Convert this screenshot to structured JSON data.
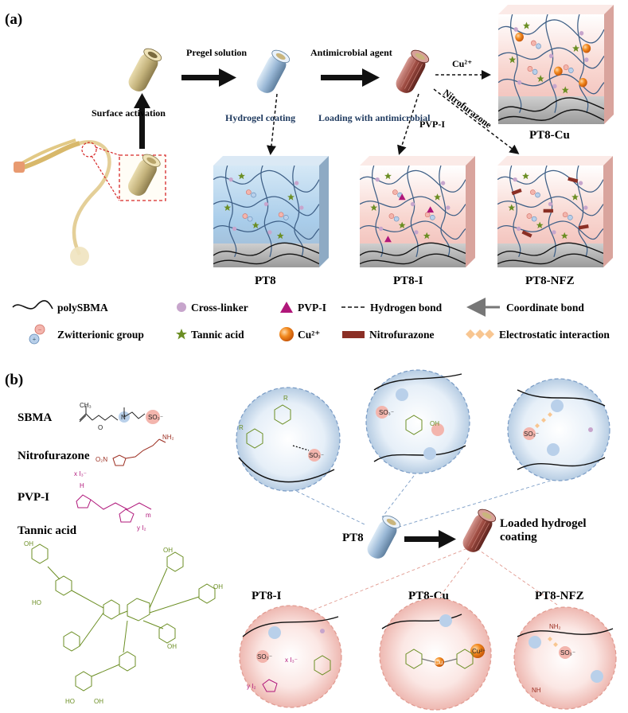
{
  "panel_a": {
    "label": "(a)",
    "arrows": {
      "surface_activation": "Surface activation",
      "pregel": "Pregel solution",
      "antimicrobial": "Antimicrobial agent",
      "hydrogel_coating": "Hydrogel coating",
      "loading": "Loading with antimicrobial",
      "cu": "Cu²⁺",
      "pvpi": "PVP-I",
      "nitrofurazone": "Nitrofurazone"
    },
    "blocks": [
      "PT8",
      "PT8-I",
      "PT8-NFZ",
      "PT8-Cu"
    ],
    "legend": [
      {
        "text": "polySBMA",
        "icon": "wavy-line-icon"
      },
      {
        "text": "Cross-linker",
        "icon": "purple-dot-icon"
      },
      {
        "text": "PVP-I",
        "icon": "magenta-triangle-icon"
      },
      {
        "text": "Hydrogen bond",
        "icon": "dashed-line-icon"
      },
      {
        "text": "Coordinate bond",
        "icon": "grey-arrow-icon"
      },
      {
        "text": "Zwitterionic group",
        "icon": "zwitterion-icon"
      },
      {
        "text": "Tannic acid",
        "icon": "green-star-icon"
      },
      {
        "text": "Cu²⁺",
        "icon": "orange-sphere-icon"
      },
      {
        "text": "Nitrofurazone",
        "icon": "brown-bar-icon"
      },
      {
        "text": "Electrostatic interaction",
        "icon": "diamond-chain-icon"
      }
    ]
  },
  "panel_b": {
    "label": "(b)",
    "molecules": [
      "SBMA",
      "Nitrofurazone",
      "PVP-I",
      "Tannic acid"
    ],
    "center": "PT8",
    "loaded": "Loaded hydrogel coating",
    "bottom": [
      "PT8-I",
      "PT8-Cu",
      "PT8-NFZ"
    ],
    "chem": {
      "oh": "OH",
      "ho": "HO",
      "r": "R",
      "so3": "SO₃⁻",
      "o": "O",
      "h": "H",
      "nh2": "NH₂",
      "o2n": "O₂N",
      "n": "N",
      "nh": "NH",
      "ch3": "CH₃",
      "xi3": "x I₃⁻",
      "yi2": "y I₂",
      "m": "m",
      "cu": "Cu²⁺",
      "cu_core": "Cu"
    }
  },
  "colors": {
    "hydrogel_blue": "#a9cdea",
    "loaded_pink": "#f6c9c4",
    "substrate_grey": "#b9b9b9",
    "tannic_green": "#6b8e23",
    "pvpi_magenta": "#b0177a",
    "nitrofurazone_brown": "#8b2f25",
    "cu_orange": "#ef7b12",
    "crosslinker_purple": "#c7a5cc"
  }
}
